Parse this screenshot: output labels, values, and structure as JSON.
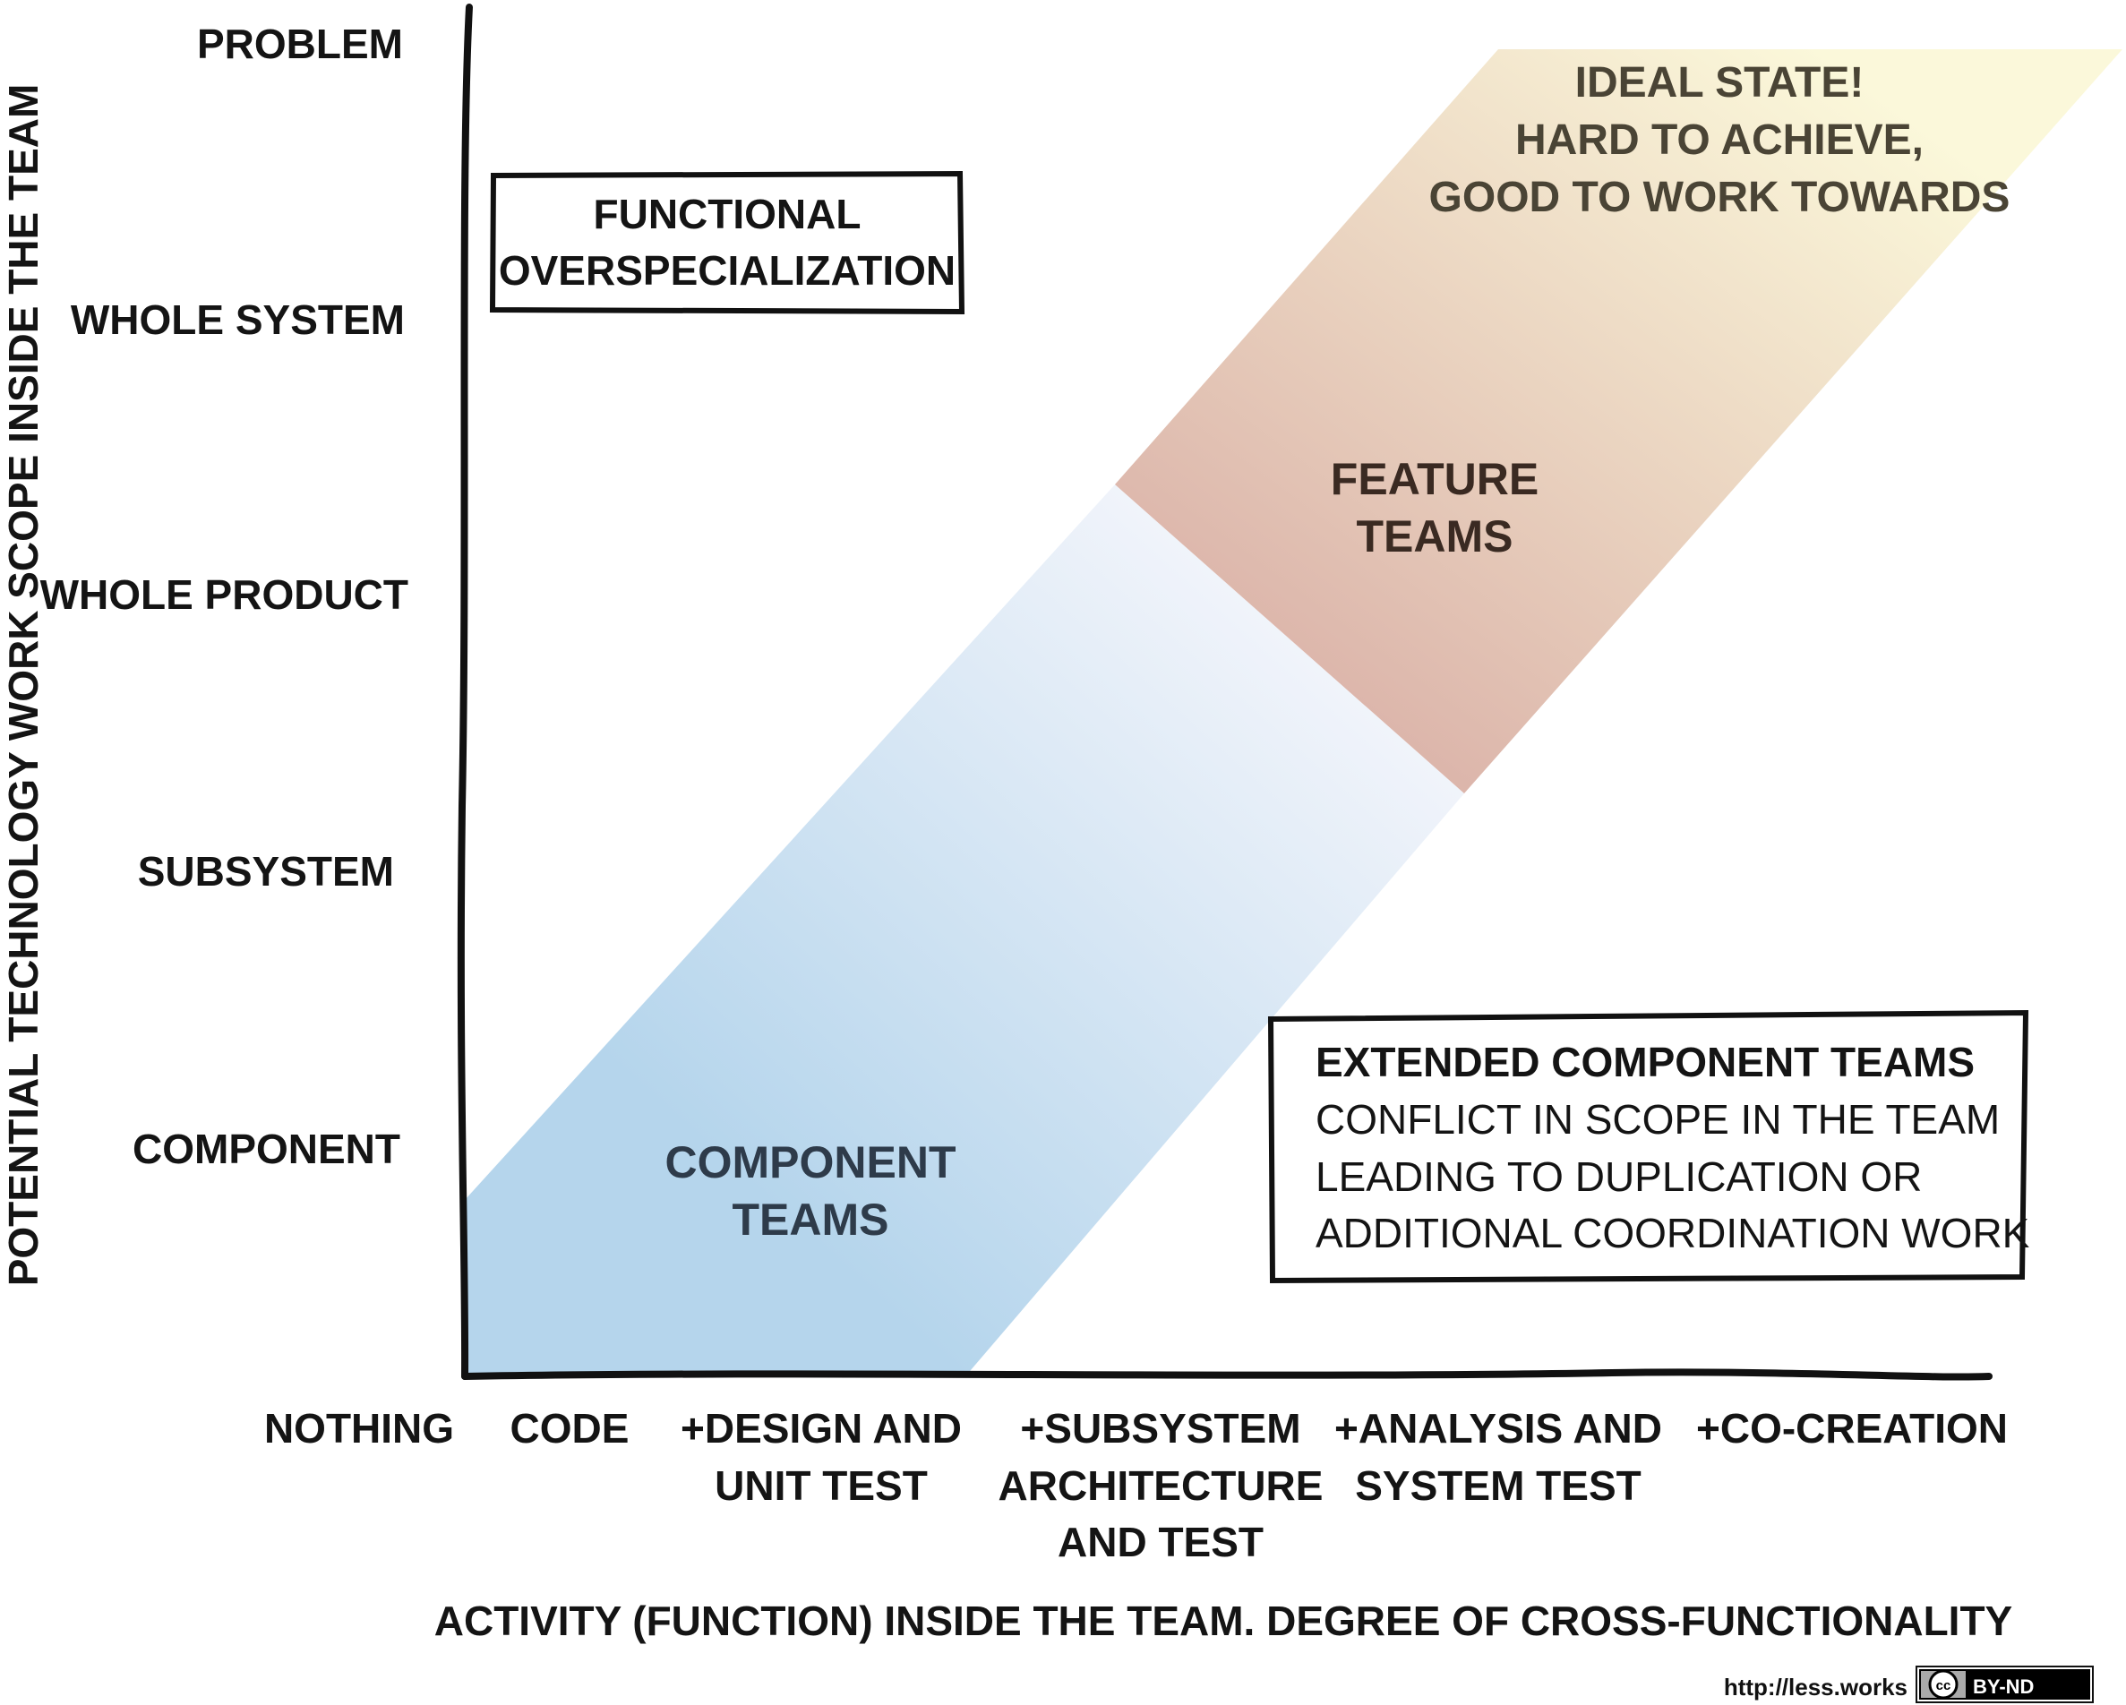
{
  "y_axis": {
    "title": "POTENTIAL TECHNOLOGY WORK SCOPE INSIDE THE TEAM",
    "ticks": [
      "PROBLEM",
      "WHOLE SYSTEM",
      "WHOLE PRODUCT",
      "SUBSYSTEM",
      "COMPONENT"
    ]
  },
  "x_axis": {
    "title": "ACTIVITY (FUNCTION) INSIDE THE TEAM. DEGREE OF CROSS-FUNCTIONALITY",
    "ticks": [
      {
        "lines": [
          "NOTHING"
        ]
      },
      {
        "lines": [
          "CODE"
        ]
      },
      {
        "lines": [
          "+DESIGN AND",
          "UNIT TEST"
        ]
      },
      {
        "lines": [
          "+SUBSYSTEM",
          "ARCHITECTURE",
          "AND TEST"
        ]
      },
      {
        "lines": [
          "+ANALYSIS AND",
          "SYSTEM TEST"
        ]
      },
      {
        "lines": [
          "+CO-CREATION"
        ]
      }
    ]
  },
  "regions": {
    "component_teams": {
      "lines": [
        "COMPONENT",
        "TEAMS"
      ],
      "color_start": "#b5d5ec",
      "color_end": "#f3f5fb"
    },
    "feature_teams": {
      "lines": [
        "FEATURE",
        "TEAMS"
      ],
      "color_start": "#dbb3a9",
      "color_end": "#fbf8da"
    }
  },
  "annotations": {
    "ideal_state": {
      "lines": [
        "IDEAL STATE!",
        "HARD TO ACHIEVE,",
        "GOOD TO WORK TOWARDS"
      ]
    },
    "functional_overspecialization": {
      "lines": [
        "FUNCTIONAL",
        "OVERSPECIALIZATION"
      ]
    },
    "extended_component_teams": {
      "lines": [
        "EXTENDED COMPONENT TEAMS",
        "CONFLICT IN SCOPE IN THE TEAM",
        "LEADING TO DUPLICATION OR",
        "ADDITIONAL COORDINATION WORK"
      ]
    }
  },
  "footer": {
    "url": "http://less.works",
    "license_icon": "cc",
    "license_label": "BY-ND"
  }
}
